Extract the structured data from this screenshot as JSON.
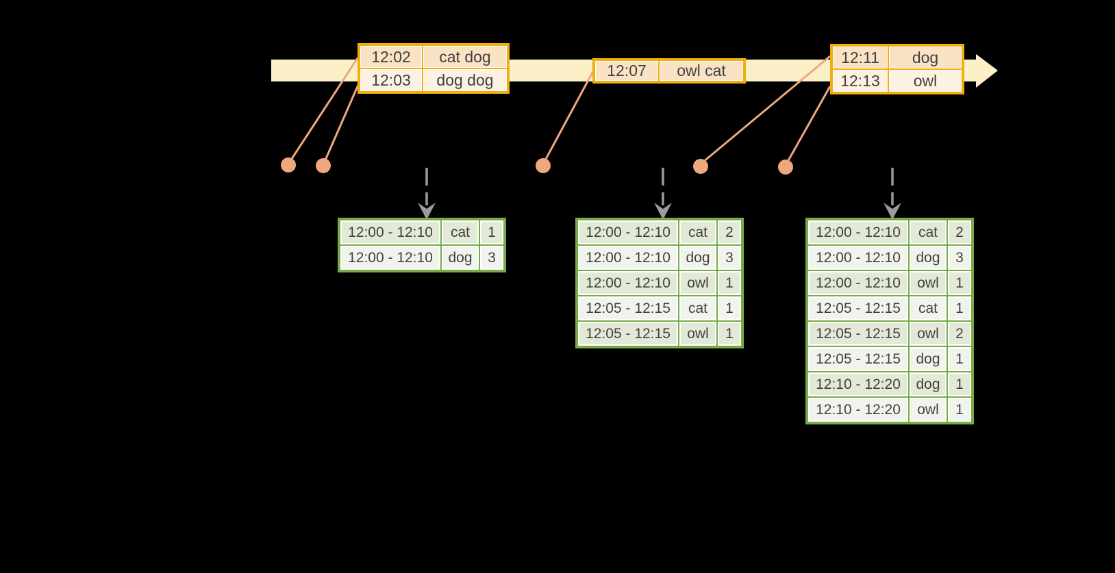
{
  "diagram": {
    "kind": "event-time windowed aggregation timeline",
    "colors": {
      "background": "#000000",
      "timeline_band": "#FCF0C9",
      "event_table_border": "#F0AE10",
      "event_row_fill_dark": "#FAE3C5",
      "event_row_fill_light": "#FDF2E2",
      "connector_salmon": "#EFA87E",
      "result_table_border": "#77AB45",
      "result_row_fill_dark": "#E2E9D7",
      "result_row_fill_light": "#F1F4EC",
      "trigger_arrow_gray": "#9B9B9B",
      "text": "#404040"
    }
  },
  "events": [
    {
      "rows": [
        {
          "time": "12:02",
          "words": "cat dog"
        },
        {
          "time": "12:03",
          "words": "dog dog"
        }
      ]
    },
    {
      "rows": [
        {
          "time": "12:07",
          "words": "owl cat"
        }
      ]
    },
    {
      "rows": [
        {
          "time": "12:11",
          "words": "dog"
        },
        {
          "time": "12:13",
          "words": "owl"
        }
      ]
    }
  ],
  "results": [
    {
      "rows": [
        {
          "window": "12:00 - 12:10",
          "word": "cat",
          "count": "1"
        },
        {
          "window": "12:00 - 12:10",
          "word": "dog",
          "count": "3"
        }
      ]
    },
    {
      "rows": [
        {
          "window": "12:00 - 12:10",
          "word": "cat",
          "count": "2"
        },
        {
          "window": "12:00 - 12:10",
          "word": "dog",
          "count": "3"
        },
        {
          "window": "12:00 - 12:10",
          "word": "owl",
          "count": "1"
        },
        {
          "window": "12:05 - 12:15",
          "word": "cat",
          "count": "1"
        },
        {
          "window": "12:05 - 12:15",
          "word": "owl",
          "count": "1"
        }
      ]
    },
    {
      "rows": [
        {
          "window": "12:00 - 12:10",
          "word": "cat",
          "count": "2"
        },
        {
          "window": "12:00 - 12:10",
          "word": "dog",
          "count": "3"
        },
        {
          "window": "12:00 - 12:10",
          "word": "owl",
          "count": "1"
        },
        {
          "window": "12:05 - 12:15",
          "word": "cat",
          "count": "1"
        },
        {
          "window": "12:05 - 12:15",
          "word": "owl",
          "count": "2"
        },
        {
          "window": "12:05 - 12:15",
          "word": "dog",
          "count": "1"
        },
        {
          "window": "12:10 - 12:20",
          "word": "dog",
          "count": "1"
        },
        {
          "window": "12:10 - 12:20",
          "word": "owl",
          "count": "1"
        }
      ]
    }
  ]
}
